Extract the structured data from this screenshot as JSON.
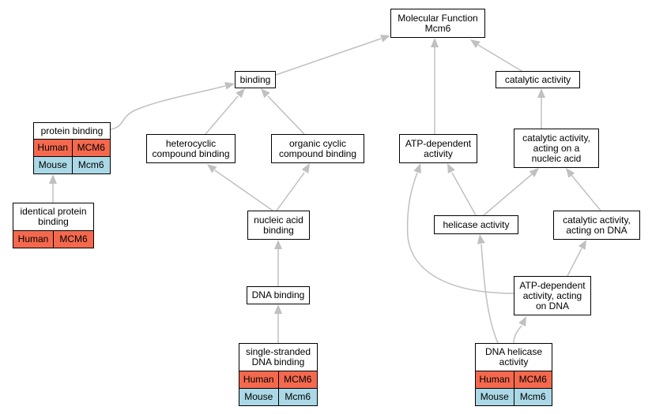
{
  "colors": {
    "human_row": "#f4694e",
    "mouse_row": "#abd8e6",
    "edge": "#c0c0c0",
    "node_border": "#000000"
  },
  "nodes": {
    "mf": {
      "title": "Molecular Function\nMcm6"
    },
    "binding": {
      "title": "binding"
    },
    "cat": {
      "title": "catalytic activity"
    },
    "pb": {
      "title": "protein binding",
      "rows": [
        [
          "Human",
          "MCM6"
        ],
        [
          "Mouse",
          "Mcm6"
        ]
      ]
    },
    "het": {
      "title": "heterocyclic\ncompound binding"
    },
    "org": {
      "title": "organic cyclic\ncompound binding"
    },
    "atpdep": {
      "title": "ATP-dependent\nactivity"
    },
    "catna": {
      "title": "catalytic activity,\nacting on a\nnucleic acid"
    },
    "ipb": {
      "title": "identical protein\nbinding",
      "rows": [
        [
          "Human",
          "MCM6"
        ]
      ]
    },
    "nab": {
      "title": "nucleic acid\nbinding"
    },
    "hel": {
      "title": "helicase activity"
    },
    "catdna": {
      "title": "catalytic activity,\nacting on DNA"
    },
    "dnab": {
      "title": "DNA binding"
    },
    "atpdna": {
      "title": "ATP-dependent\nactivity, acting\non DNA"
    },
    "ssdna": {
      "title": "single-stranded\nDNA binding",
      "rows": [
        [
          "Human",
          "MCM6"
        ],
        [
          "Mouse",
          "Mcm6"
        ]
      ]
    },
    "dnahel": {
      "title": "DNA helicase\nactivity",
      "rows": [
        [
          "Human",
          "MCM6"
        ],
        [
          "Mouse",
          "Mcm6"
        ]
      ]
    }
  }
}
